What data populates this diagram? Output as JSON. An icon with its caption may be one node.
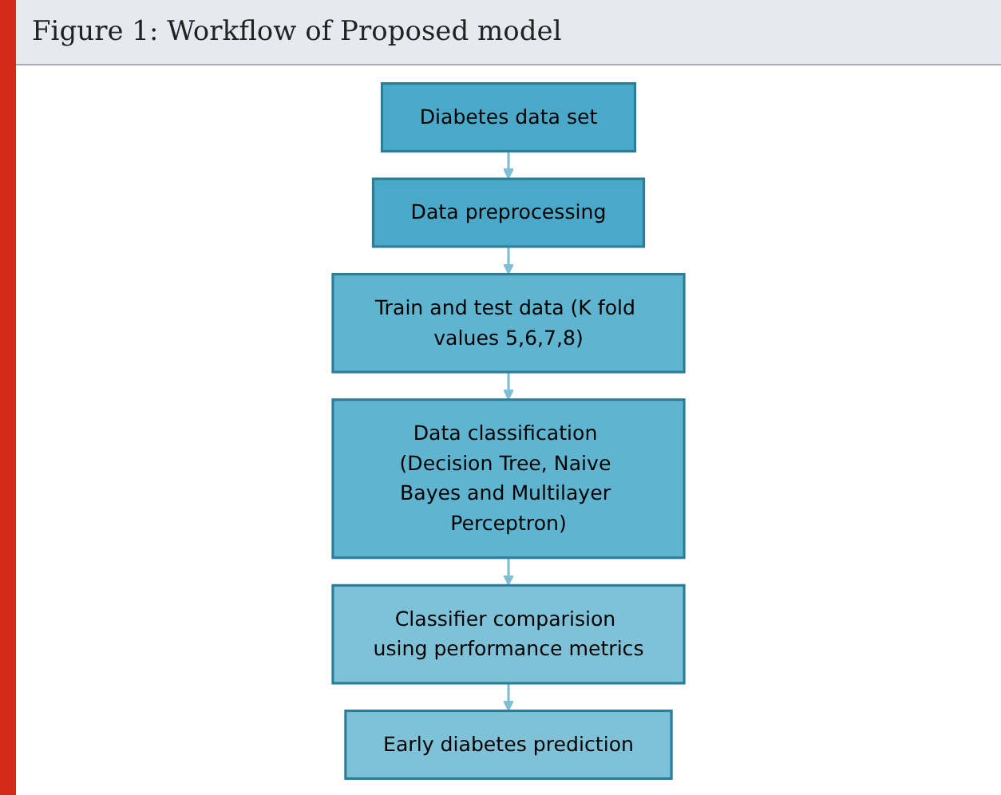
{
  "diagram": {
    "title": "Figure 1: Workflow of Proposed model",
    "nodes": [
      {
        "text": [
          "Diabetes data set"
        ]
      },
      {
        "text": [
          "Data preprocessing"
        ]
      },
      {
        "text": [
          "Train and test data (K fold values 5,6,7,8)"
        ]
      },
      {
        "text": [
          "Data classification (Decision Tree, Naive Bayes and Multilayer Perceptron)"
        ]
      },
      {
        "text": [
          "Classifier comparision using performance metrics"
        ]
      },
      {
        "text": [
          "Early diabetes prediction"
        ]
      }
    ],
    "edges": [
      {
        "from": 0,
        "to": 1,
        "arrow": "to"
      },
      {
        "from": 1,
        "to": 2,
        "arrow": "to"
      },
      {
        "from": 2,
        "to": 3,
        "arrow": "to"
      },
      {
        "from": 3,
        "to": 4,
        "arrow": "to"
      },
      {
        "from": 4,
        "to": 5,
        "arrow": "to"
      }
    ]
  }
}
